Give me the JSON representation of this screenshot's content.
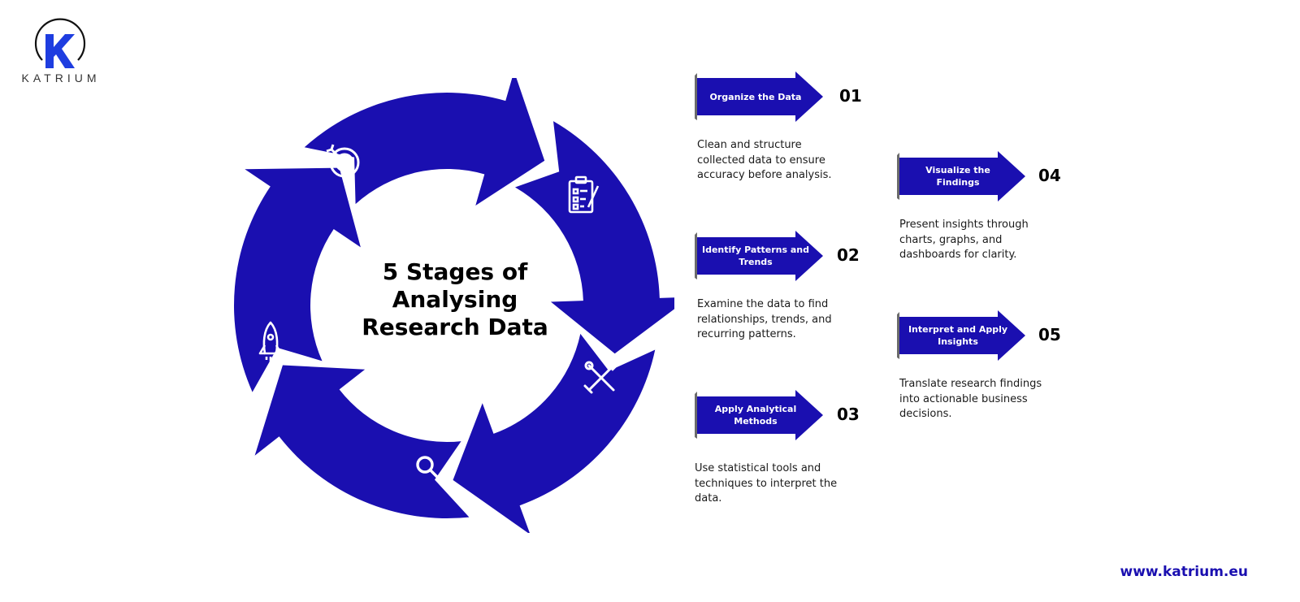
{
  "brand": {
    "logo_letter": "K",
    "name": "KATRIUM",
    "website": "www.katrium.eu",
    "primary_color": "#1a0fb0",
    "logo_color": "#1e3de0"
  },
  "diagram": {
    "title": "5 Stages of Analysing Research Data",
    "cycle_icons": [
      "target-icon",
      "checklist-icon",
      "tools-icon",
      "magnifier-icon",
      "rocket-icon"
    ]
  },
  "stages": [
    {
      "number": "01",
      "label": "Organize the Data",
      "description": "Clean and structure collected data to ensure accuracy before analysis."
    },
    {
      "number": "02",
      "label": "Identify Patterns and Trends",
      "description": "Examine the data to find relationships, trends, and recurring patterns."
    },
    {
      "number": "03",
      "label": "Apply Analytical Methods",
      "description": "Use statistical tools and techniques to interpret the data."
    },
    {
      "number": "04",
      "label": "Visualize the Findings",
      "description": "Present insights through charts, graphs, and dashboards for clarity."
    },
    {
      "number": "05",
      "label": "Interpret and Apply Insights",
      "description": "Translate research findings into actionable business decisions."
    }
  ]
}
